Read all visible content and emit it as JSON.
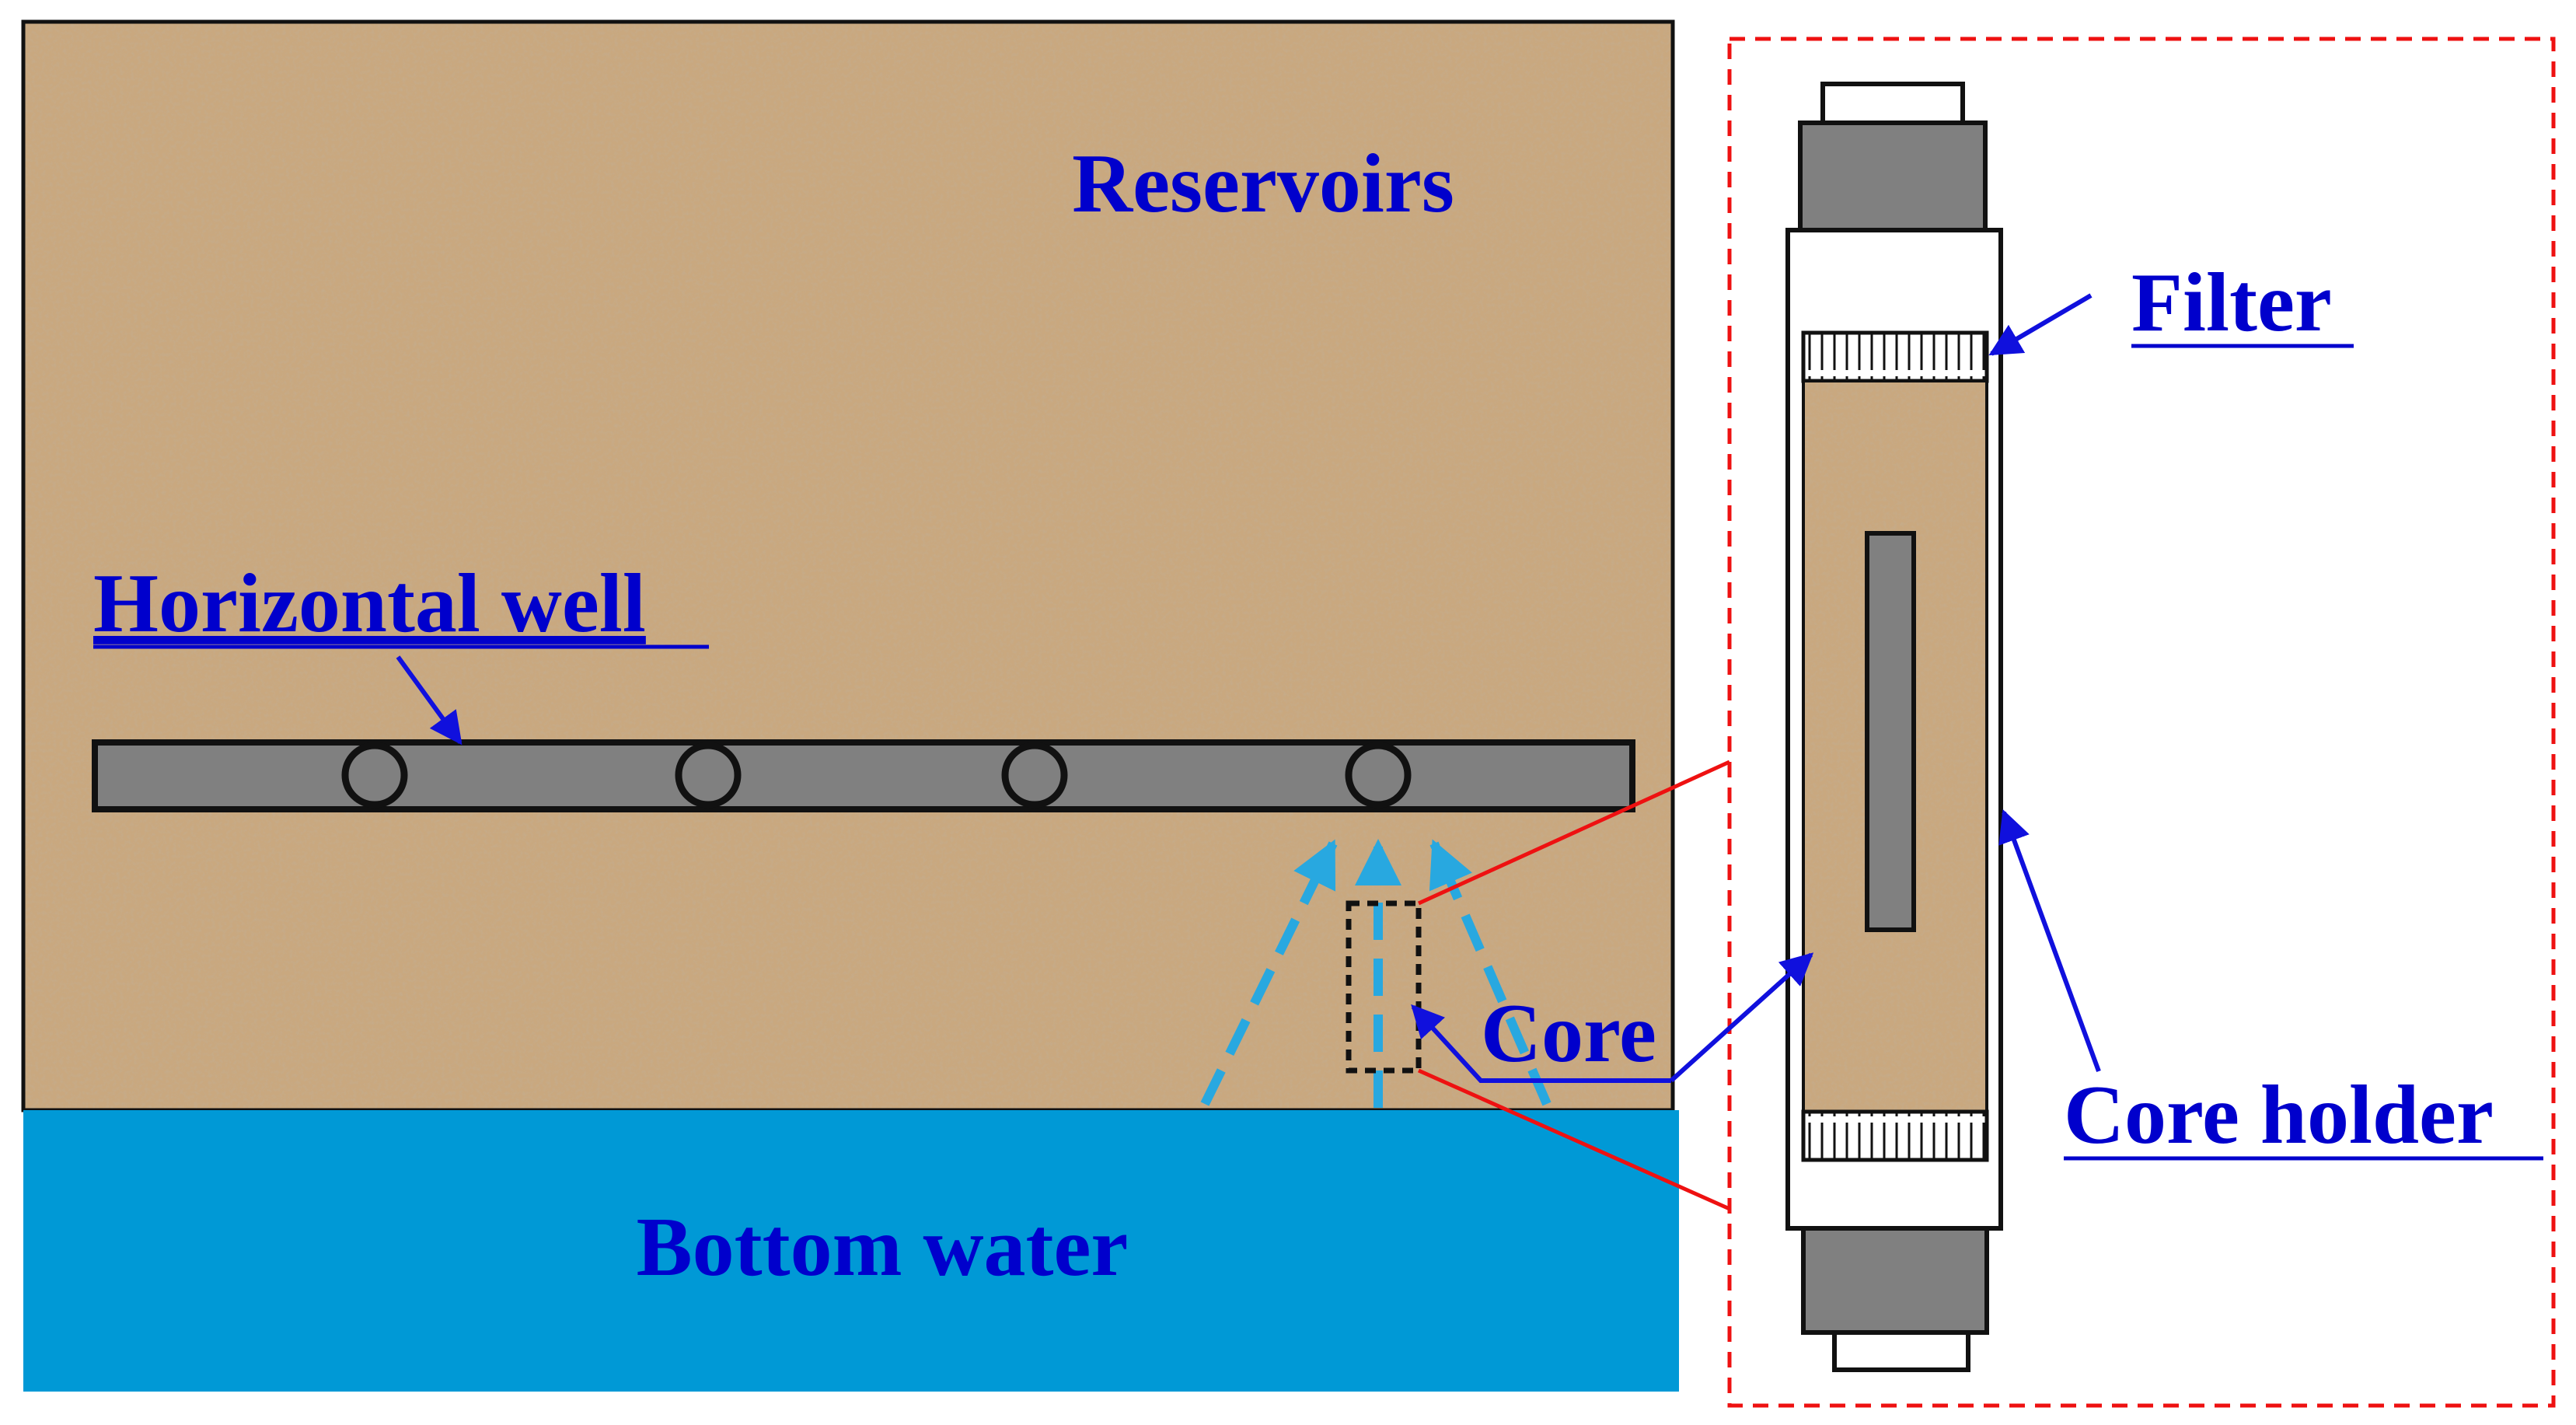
{
  "labels": {
    "reservoirs": "Reservoirs",
    "horizontal_well": "Horizontal well",
    "bottom_water": "Bottom water",
    "core": "Core",
    "filter": "Filter",
    "core_holder": "Core holder"
  },
  "colors": {
    "sand": "#c9a87f",
    "sand_dark": "#b08d64",
    "water": "#0099d6",
    "flow_arrow": "#28a8e0",
    "label_blue": "#0000cc",
    "pointer_blue": "#1010dd",
    "well_gray": "#808080",
    "callout_red": "#ee1111",
    "outline": "#111111"
  }
}
